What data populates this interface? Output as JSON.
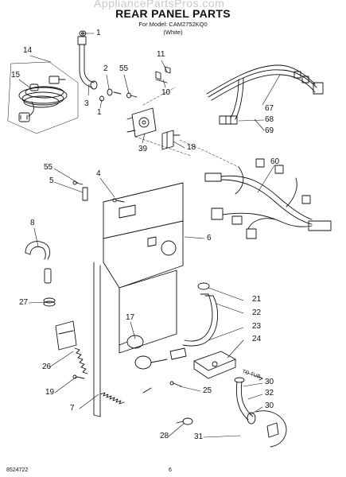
{
  "header": {
    "watermark": "AppliancePartsPros.com",
    "title": "REAR PANEL PARTS",
    "model_line": "For Model: CAM2752KQ0",
    "color_line": "(White)"
  },
  "callouts": [
    "1",
    "14",
    "15",
    "2",
    "55",
    "3",
    "1",
    "11",
    "10",
    "67",
    "68",
    "69",
    "39",
    "18",
    "55",
    "5",
    "4",
    "60",
    "8",
    "6",
    "21",
    "22",
    "27",
    "17",
    "23",
    "24",
    "26",
    "30",
    "32",
    "19",
    "25",
    "30",
    "7",
    "28",
    "31"
  ],
  "labels": {
    "to_tub": "TO TUB"
  },
  "footer": {
    "doc_number": "8524722",
    "page_number": "6"
  }
}
